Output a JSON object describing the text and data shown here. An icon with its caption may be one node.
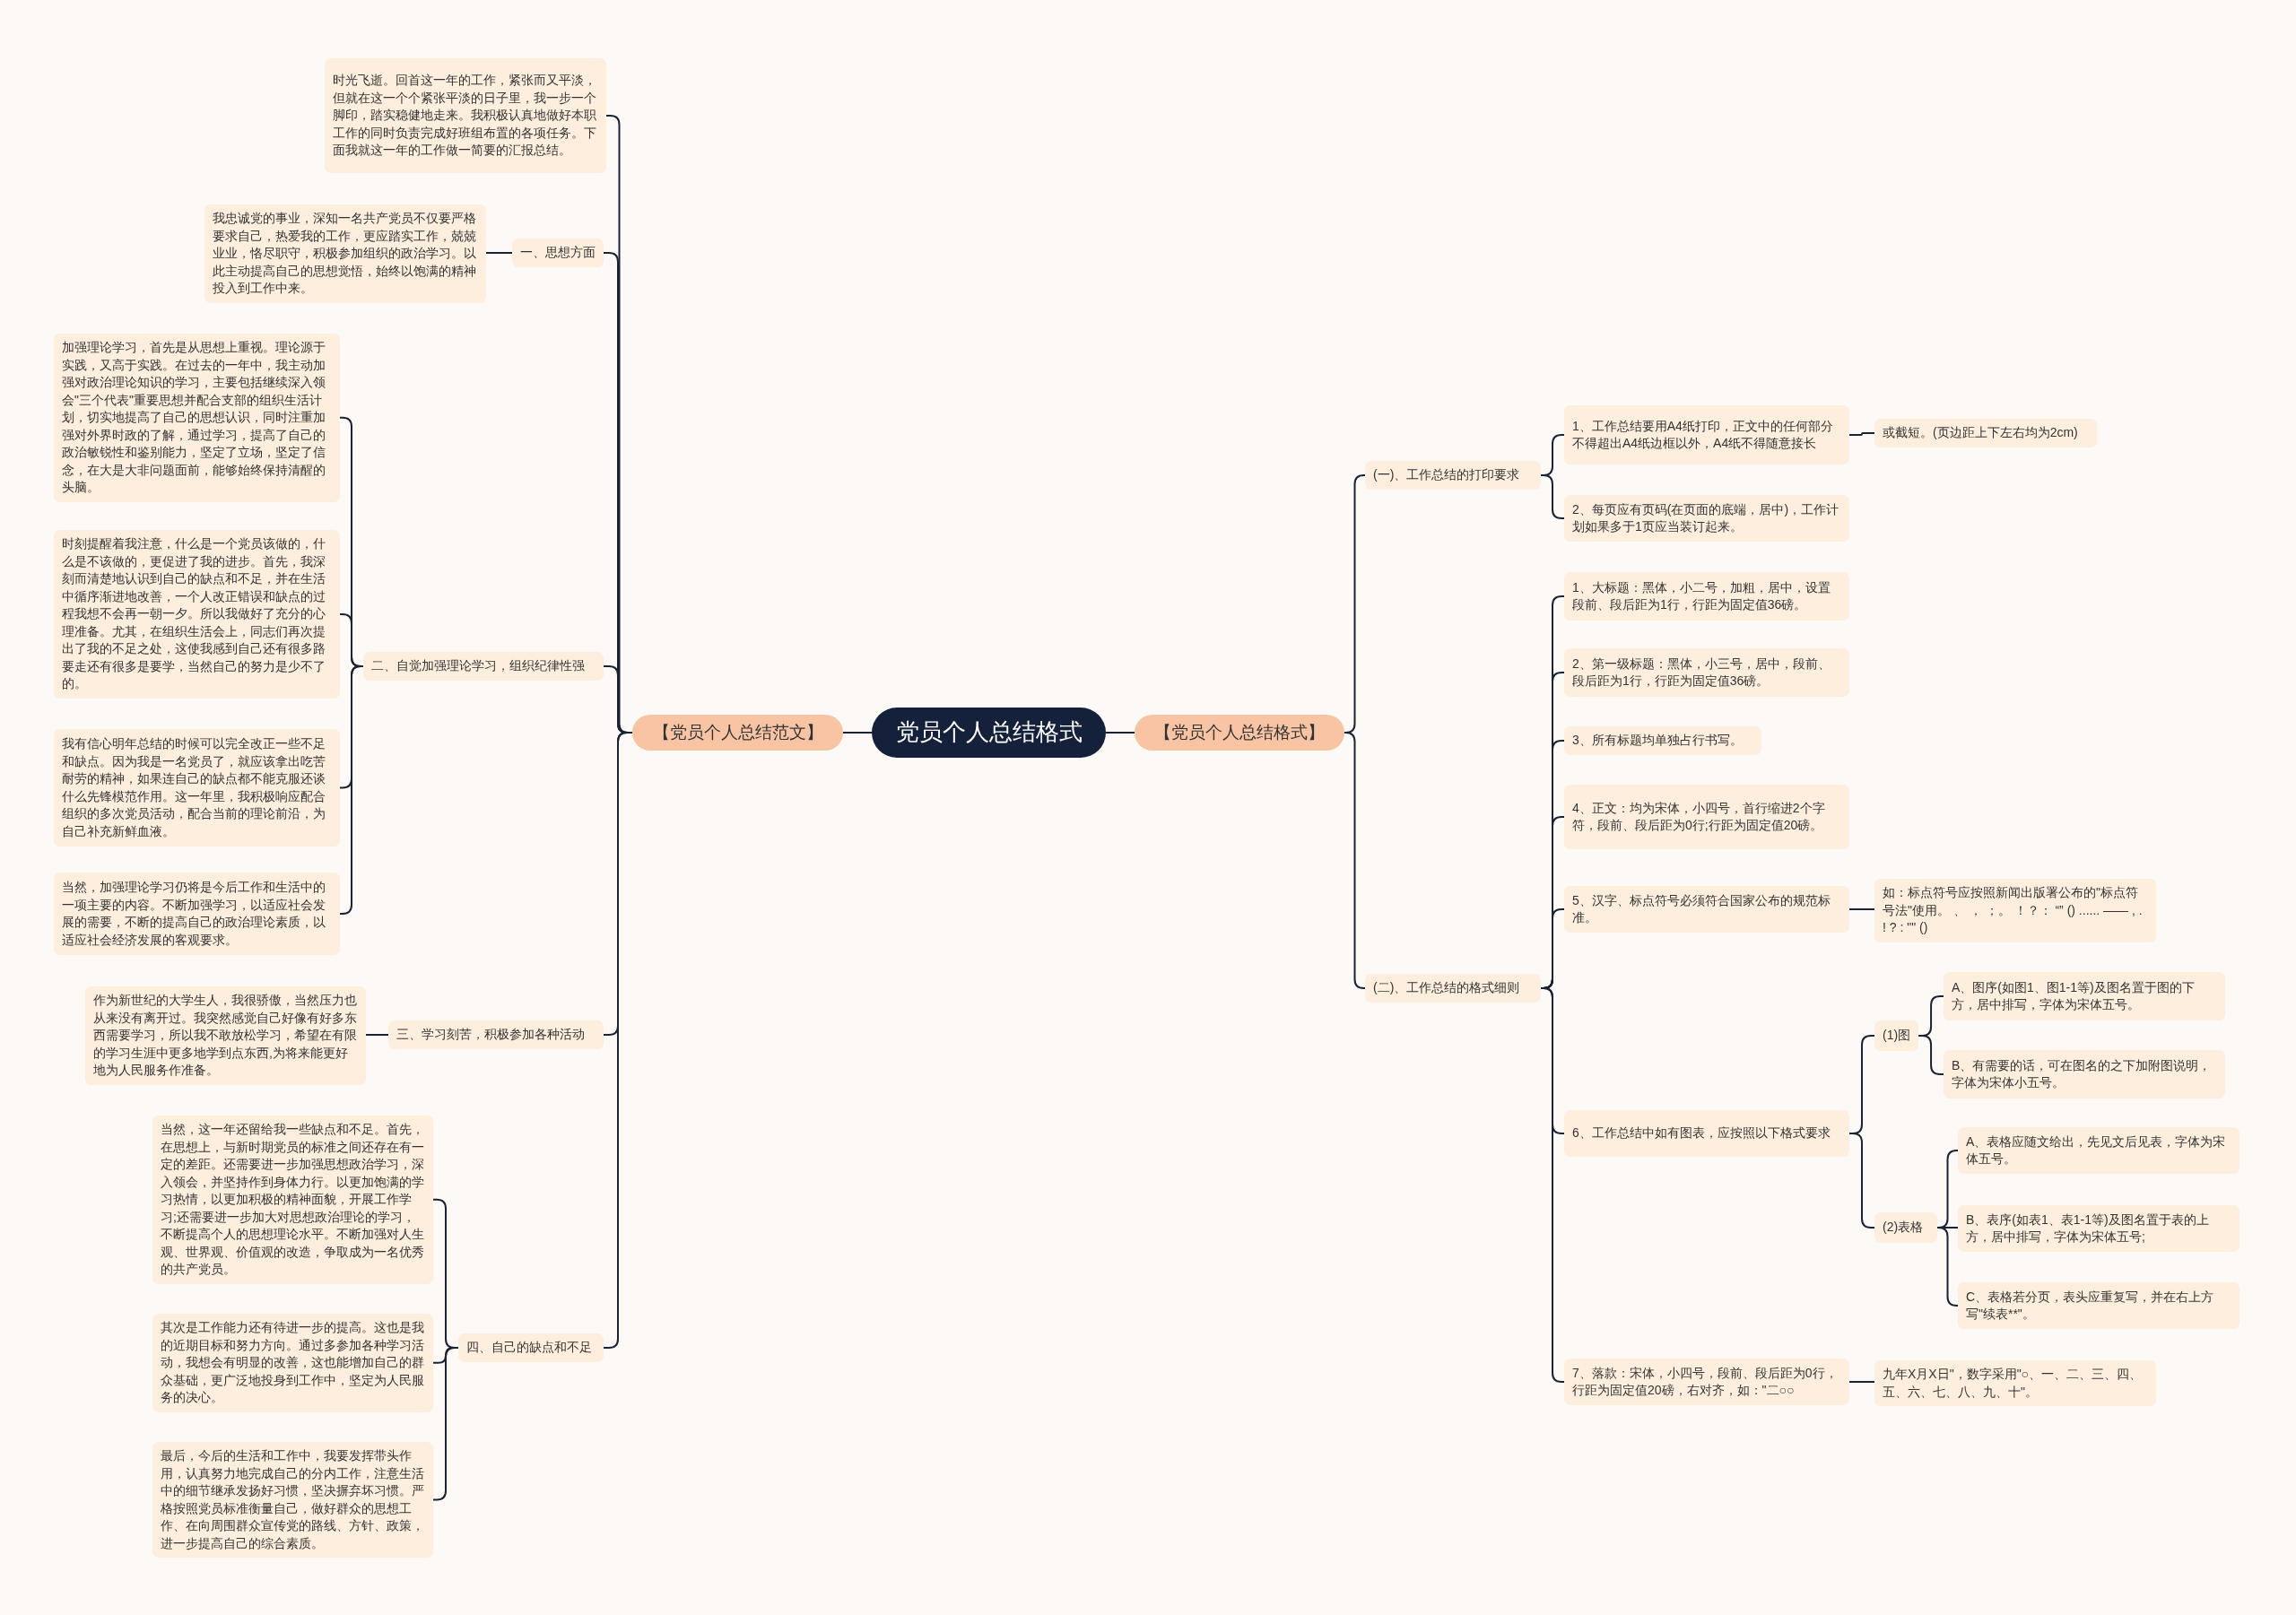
{
  "diagram": {
    "nodes": [
      {
        "text": [
          "党员个人总结格式"
        ]
      },
      {
        "text": [
          "【党员个人总结范文】"
        ]
      },
      {
        "text": [
          "时光飞逝。回首这一年的工作，紧张而又平淡，但就在这一个个紧张平淡的日子里，我一步一个脚印，踏实稳健地走来。我积极认真地做好本职工作的同时负责完成好班组布置的各项任务。下面我就这一年的工作做一简要的汇报总结。"
        ]
      },
      {
        "text": [
          "一、思想方面"
        ]
      },
      {
        "text": [
          "我忠诚党的事业，深知一名共产党员不仅要严格要求自己，热爱我的工作，更应踏实工作，兢兢业业，恪尽职守，积极参加组织的政治学习。以此主动提高自己的思想觉悟，始终以饱满的精神投入到工作中来。"
        ]
      },
      {
        "text": [
          "二、自觉加强理论学习，组织纪律性强"
        ]
      },
      {
        "text": [
          "加强理论学习，首先是从思想上重视。理论源于实践，又高于实践。在过去的一年中，我主动加强对政治理论知识的学习，主要包括继续深入领会\"三个代表\"重要思想并配合支部的组织生活计划，切实地提高了自己的思想认识，同时注重加强对外界时政的了解，通过学习，提高了自己的政治敏锐性和鉴别能力，坚定了立场，坚定了信念，在大是大非问题面前，能够始终保持清醒的头脑。"
        ]
      },
      {
        "text": [
          "时刻提醒着我注意，什么是一个党员该做的，什么是不该做的，更促进了我的进步。首先，我深刻而清楚地认识到自己的缺点和不足，并在生活中循序渐进地改善，一个人改正错误和缺点的过程我想不会再一朝一夕。所以我做好了充分的心理准备。尤其，在组织生活会上，同志们再次提出了我的不足之处，这使我感到自己还有很多路要走还有很多是要学，当然自己的努力是少不了的。"
        ]
      },
      {
        "text": [
          "我有信心明年总结的时候可以完全改正一些不足和缺点。因为我是一名党员了，就应该拿出吃苦耐劳的精神，如果连自己的缺点都不能克服还谈什么先锋模范作用。这一年里，我积极响应配合组织的多次党员活动，配合当前的理论前沿，为自己补充新鲜血液。"
        ]
      },
      {
        "text": [
          "当然，加强理论学习仍将是今后工作和生活中的一项主要的内容。不断加强学习，以适应社会发展的需要，不断的提高自己的政治理论素质，以适应社会经济发展的客观要求。"
        ]
      },
      {
        "text": [
          "三、学习刻苦，积极参加各种活动"
        ]
      },
      {
        "text": [
          "作为新世纪的大学生人，我很骄傲，当然压力也从来没有离开过。我突然感觉自己好像有好多东西需要学习，所以我不敢放松学习，希望在有限的学习生涯中更多地学到点东西,为将来能更好地为人民服务作准备。"
        ]
      },
      {
        "text": [
          "四、自己的缺点和不足"
        ]
      },
      {
        "text": [
          "当然，这一年还留给我一些缺点和不足。首先，在思想上，与新时期党员的标准之间还存在有一定的差距。还需要进一步加强思想政治学习，深入领会，并坚持作到身体力行。以更加饱满的学习热情，以更加积极的精神面貌，开展工作学习;还需要进一步加大对思想政治理论的学习，不断提高个人的思想理论水平。不断加强对人生观、世界观、价值观的改造，争取成为一名优秀的共产党员。"
        ]
      },
      {
        "text": [
          "其次是工作能力还有待进一步的提高。这也是我的近期目标和努力方向。通过多参加各种学习活动，我想会有明显的改善，这也能增加自己的群众基础，更广泛地投身到工作中，坚定为人民服务的决心。"
        ]
      },
      {
        "text": [
          "最后，今后的生活和工作中，我要发挥带头作用，认真努力地完成自己的分内工作，注意生活中的细节继承发扬好习惯，坚决摒弃坏习惯。严格按照党员标准衡量自己，做好群众的思想工作、在向周围群众宣传党的路线、方针、政策，进一步提高自己的综合素质。"
        ]
      },
      {
        "text": [
          "【党员个人总结格式】"
        ]
      },
      {
        "text": [
          "(一)、工作总结的打印要求"
        ]
      },
      {
        "text": [
          "1、工作总结要用A4纸打印，正文中的任何部分不得超出A4纸边框以外，A4纸不得随意接长"
        ]
      },
      {
        "text": [
          "或截短。(页边距上下左右均为2cm)"
        ]
      },
      {
        "text": [
          "2、每页应有页码(在页面的底端，居中)，工作计划如果多于1页应当装订起来。"
        ]
      },
      {
        "text": [
          "(二)、工作总结的格式细则"
        ]
      },
      {
        "text": [
          "1、大标题：黑体，小二号，加粗，居中，设置段前、段后距为1行，行距为固定值36磅。"
        ]
      },
      {
        "text": [
          "2、第一级标题：黑体，小三号，居中，段前、段后距为1行，行距为固定值36磅。"
        ]
      },
      {
        "text": [
          "3、所有标题均单独占行书写。"
        ]
      },
      {
        "text": [
          "4、正文：均为宋体，小四号，首行缩进2个字符，段前、段后距为0行;行距为固定值20磅。"
        ]
      },
      {
        "text": [
          "5、汉字、标点符号必须符合国家公布的规范标准。"
        ]
      },
      {
        "text": [
          "如：标点符号应按照新闻出版署公布的\"标点符号法\"使用。 、 ， ；。 ！？： “” () ...... —— , . ! ? : \"\" ()"
        ]
      },
      {
        "text": [
          "6、工作总结中如有图表，应按照以下格式要求"
        ]
      },
      {
        "text": [
          "(1)图"
        ]
      },
      {
        "text": [
          "A、图序(如图1、图1-1等)及图名置于图的下方，居中排写，字体为宋体五号。"
        ]
      },
      {
        "text": [
          "B、有需要的话，可在图名的之下加附图说明，字体为宋体小五号。"
        ]
      },
      {
        "text": [
          "(2)表格"
        ]
      },
      {
        "text": [
          "A、表格应随文给出，先见文后见表，字体为宋体五号。"
        ]
      },
      {
        "text": [
          "B、表序(如表1、表1-1等)及图名置于表的上方，居中排写，字体为宋体五号;"
        ]
      },
      {
        "text": [
          "C、表格若分页，表头应重复写，并在右上方写\"续表**\"。"
        ]
      },
      {
        "text": [
          "7、落款：宋体，小四号，段前、段后距为0行，行距为固定值20磅，右对齐，如：\"二○○"
        ]
      },
      {
        "text": [
          "九年X月X日\"，数字采用\"○、一、二、三、四、五、六、七、八、九、十\"。"
        ]
      }
    ],
    "edges": [
      {
        "from": 0,
        "to": 1,
        "arrow": "none"
      },
      {
        "from": 0,
        "to": 16,
        "arrow": "none"
      },
      {
        "from": 1,
        "to": 2,
        "arrow": "none"
      },
      {
        "from": 1,
        "to": 3,
        "arrow": "none"
      },
      {
        "from": 1,
        "to": 5,
        "arrow": "none"
      },
      {
        "from": 1,
        "to": 10,
        "arrow": "none"
      },
      {
        "from": 1,
        "to": 12,
        "arrow": "none"
      },
      {
        "from": 3,
        "to": 4,
        "arrow": "none"
      },
      {
        "from": 5,
        "to": 6,
        "arrow": "none"
      },
      {
        "from": 5,
        "to": 7,
        "arrow": "none"
      },
      {
        "from": 5,
        "to": 8,
        "arrow": "none"
      },
      {
        "from": 5,
        "to": 9,
        "arrow": "none"
      },
      {
        "from": 10,
        "to": 11,
        "arrow": "none"
      },
      {
        "from": 12,
        "to": 13,
        "arrow": "none"
      },
      {
        "from": 12,
        "to": 14,
        "arrow": "none"
      },
      {
        "from": 12,
        "to": 15,
        "arrow": "none"
      },
      {
        "from": 16,
        "to": 17,
        "arrow": "none"
      },
      {
        "from": 16,
        "to": 21,
        "arrow": "none"
      },
      {
        "from": 17,
        "to": 18,
        "arrow": "none"
      },
      {
        "from": 17,
        "to": 20,
        "arrow": "none"
      },
      {
        "from": 18,
        "to": 19,
        "arrow": "none"
      },
      {
        "from": 21,
        "to": 22,
        "arrow": "none"
      },
      {
        "from": 21,
        "to": 23,
        "arrow": "none"
      },
      {
        "from": 21,
        "to": 24,
        "arrow": "none"
      },
      {
        "from": 21,
        "to": 25,
        "arrow": "none"
      },
      {
        "from": 21,
        "to": 26,
        "arrow": "none"
      },
      {
        "from": 21,
        "to": 28,
        "arrow": "none"
      },
      {
        "from": 21,
        "to": 36,
        "arrow": "none"
      },
      {
        "from": 26,
        "to": 27,
        "arrow": "none"
      },
      {
        "from": 28,
        "to": 29,
        "arrow": "none"
      },
      {
        "from": 28,
        "to": 32,
        "arrow": "none"
      },
      {
        "from": 29,
        "to": 30,
        "arrow": "none"
      },
      {
        "from": 29,
        "to": 31,
        "arrow": "none"
      },
      {
        "from": 32,
        "to": 33,
        "arrow": "none"
      },
      {
        "from": 32,
        "to": 34,
        "arrow": "none"
      },
      {
        "from": 32,
        "to": 35,
        "arrow": "none"
      },
      {
        "from": 36,
        "to": 37,
        "arrow": "none"
      }
    ]
  }
}
